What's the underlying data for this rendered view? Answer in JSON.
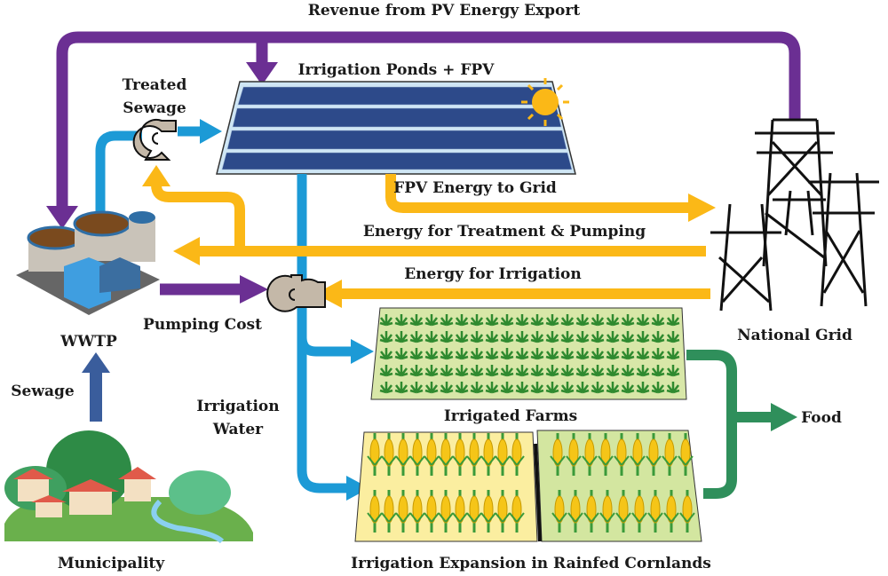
{
  "labels": {
    "revenue": "Revenue from PV Energy Export",
    "ponds": "Irrigation Ponds + FPV",
    "treated_1": "Treated",
    "treated_2": "Sewage",
    "fpv_to_grid": "FPV Energy to Grid",
    "energy_treatment": "Energy for Treatment & Pumping",
    "energy_irrigation": "Energy for Irrigation",
    "pumping_cost": "Pumping Cost",
    "wwtp": "WWTP",
    "national_grid": "National Grid",
    "sewage": "Sewage",
    "irrigation_water_1": "Irrigation",
    "irrigation_water_2": "Water",
    "irrigated_farms": "Irrigated Farms",
    "food": "Food",
    "municipality": "Municipality",
    "cornlands": "Irrigation Expansion in Rainfed Cornlands"
  },
  "colors": {
    "revenue_flow": "#6b2f93",
    "water_flow": "#1c9ad6",
    "energy_flow": "#fbb817",
    "food_flow": "#2f8f5b",
    "sewage_flow": "#3a5d9c"
  },
  "icons": [
    "pump-icon",
    "solar-panel-icon",
    "sun-icon",
    "transmission-tower-icon",
    "treatment-plant-icon",
    "village-icon",
    "farm-field-icon",
    "corn-icon"
  ]
}
